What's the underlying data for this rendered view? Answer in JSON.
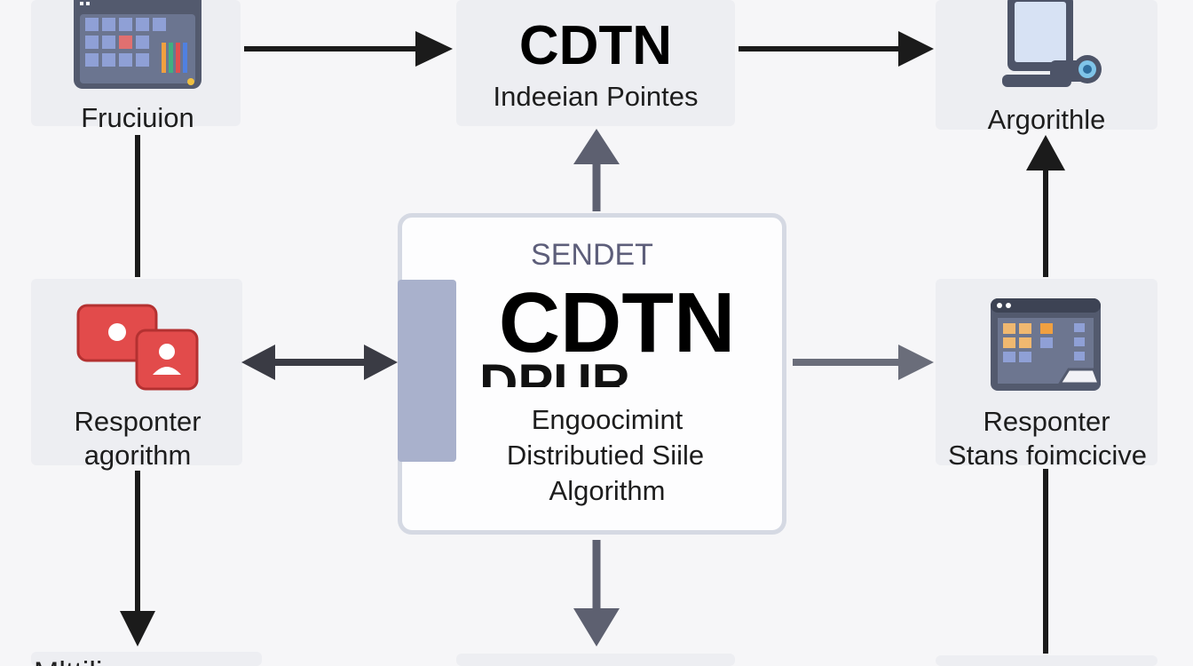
{
  "top_left": {
    "label": "Fruciuion",
    "icon": "calendar-grid-icon"
  },
  "top_center": {
    "title": "CDTN",
    "subtitle": "Indeeian Pointes"
  },
  "top_right": {
    "label": "Argorithle",
    "icon": "tablet-camera-icon"
  },
  "mid_left": {
    "line1": "Responter",
    "line2": "agorithm",
    "icon": "user-cards-icon"
  },
  "center": {
    "kicker": "SENDET",
    "title": "CDTN",
    "ghost_text": "DPUR",
    "line1": "Engoocimint",
    "line2": "Distributied Siile",
    "line3": "Algorithm"
  },
  "mid_right": {
    "line1": "Responter",
    "line2": "Stans foimcicive",
    "icon": "dashboard-window-icon"
  },
  "bottom_left": {
    "label": "Mlttili"
  },
  "colors": {
    "background": "#f6f6f8",
    "card": "#edeef2",
    "arrow_dark": "#1b1b1b",
    "arrow_gray": "#5d6070",
    "accent_red": "#e04848",
    "accent_blue": "#a9b1cc"
  }
}
